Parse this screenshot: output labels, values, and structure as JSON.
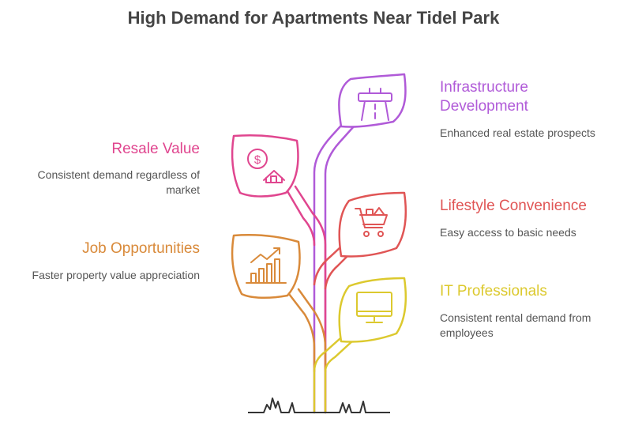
{
  "title": "High Demand for Apartments Near Tidel Park",
  "colors": {
    "purple": "#b05ad8",
    "pink": "#e0468f",
    "red": "#e05555",
    "orange": "#d98a3a",
    "yellow": "#dcc92e",
    "ground": "#333333"
  },
  "items": {
    "infrastructure": {
      "heading": "Infrastructure Development",
      "description": "Enhanced real estate prospects",
      "icon": "road-icon"
    },
    "resale": {
      "heading": "Resale Value",
      "description": "Consistent demand regardless of market",
      "icon": "dollar-house-icon"
    },
    "lifestyle": {
      "heading": "Lifestyle Convenience",
      "description": "Easy access to basic needs",
      "icon": "shopping-cart-icon"
    },
    "job": {
      "heading": "Job Opportunities",
      "description": "Faster property value appreciation",
      "icon": "growth-chart-icon"
    },
    "it": {
      "heading": "IT Professionals",
      "description": "Consistent rental demand from employees",
      "icon": "monitor-icon"
    }
  }
}
